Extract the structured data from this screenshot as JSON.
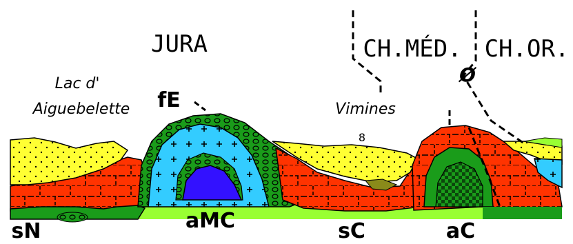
{
  "labels": {
    "jura": "JURA",
    "ch_med": "CH.MÉD.",
    "ch_or": "CH.OR.",
    "lac_line1": "Lac d'",
    "lac_line2": "Aiguebelette",
    "fe": "fE",
    "vimines": "Vimines",
    "amc": "aMC",
    "sn": "sN",
    "sc": "sC",
    "ac": "aC"
  },
  "symbols": {
    "fault_symbol": "Ø"
  },
  "colors": {
    "molasse_yellow": "#ffff33",
    "limestone_red": "#ff3300",
    "marl_green": "#1a9c1a",
    "light_green": "#99ff33",
    "cyan": "#33ccff",
    "core_blue": "#3311ff",
    "outline": "#000000"
  }
}
